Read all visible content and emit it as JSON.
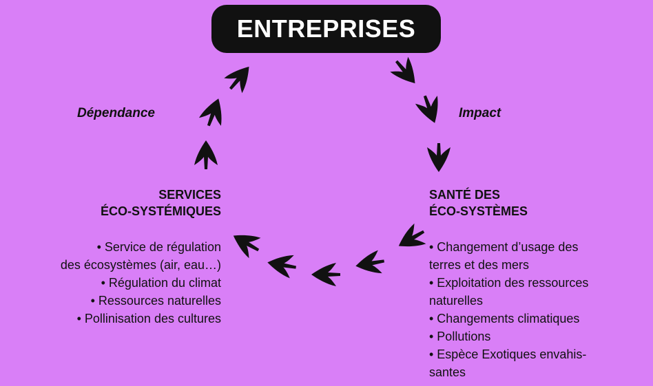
{
  "title": "ENTREPRISES",
  "labels": {
    "left": "Dépendance",
    "right": "Impact"
  },
  "services": {
    "heading_line1": "SERVICES",
    "heading_line2": "ÉCO-SYSTÉMIQUES",
    "items": [
      "• Service de régulation",
      "des écosystèmes (air, eau…)",
      "• Régulation du climat",
      "• Ressources naturelles",
      "• Pollinisation des cultures"
    ]
  },
  "sante": {
    "heading_line1": "SANTÉ DES",
    "heading_line2": "ÉCO-SYSTÈMES",
    "items": [
      "• Changement d’usage des",
      "terres et des mers",
      "• Exploitation des ressources",
      "naturelles",
      "• Changements climatiques",
      "• Pollutions",
      "• Espèce Exotiques envahis-",
      "santes"
    ]
  },
  "colors": {
    "background": "#d97ff7",
    "pill": "#111111",
    "pill_text": "#ffffff",
    "arrow": "#111111"
  },
  "icons": {
    "arrow": "leaf-arrow-icon"
  }
}
